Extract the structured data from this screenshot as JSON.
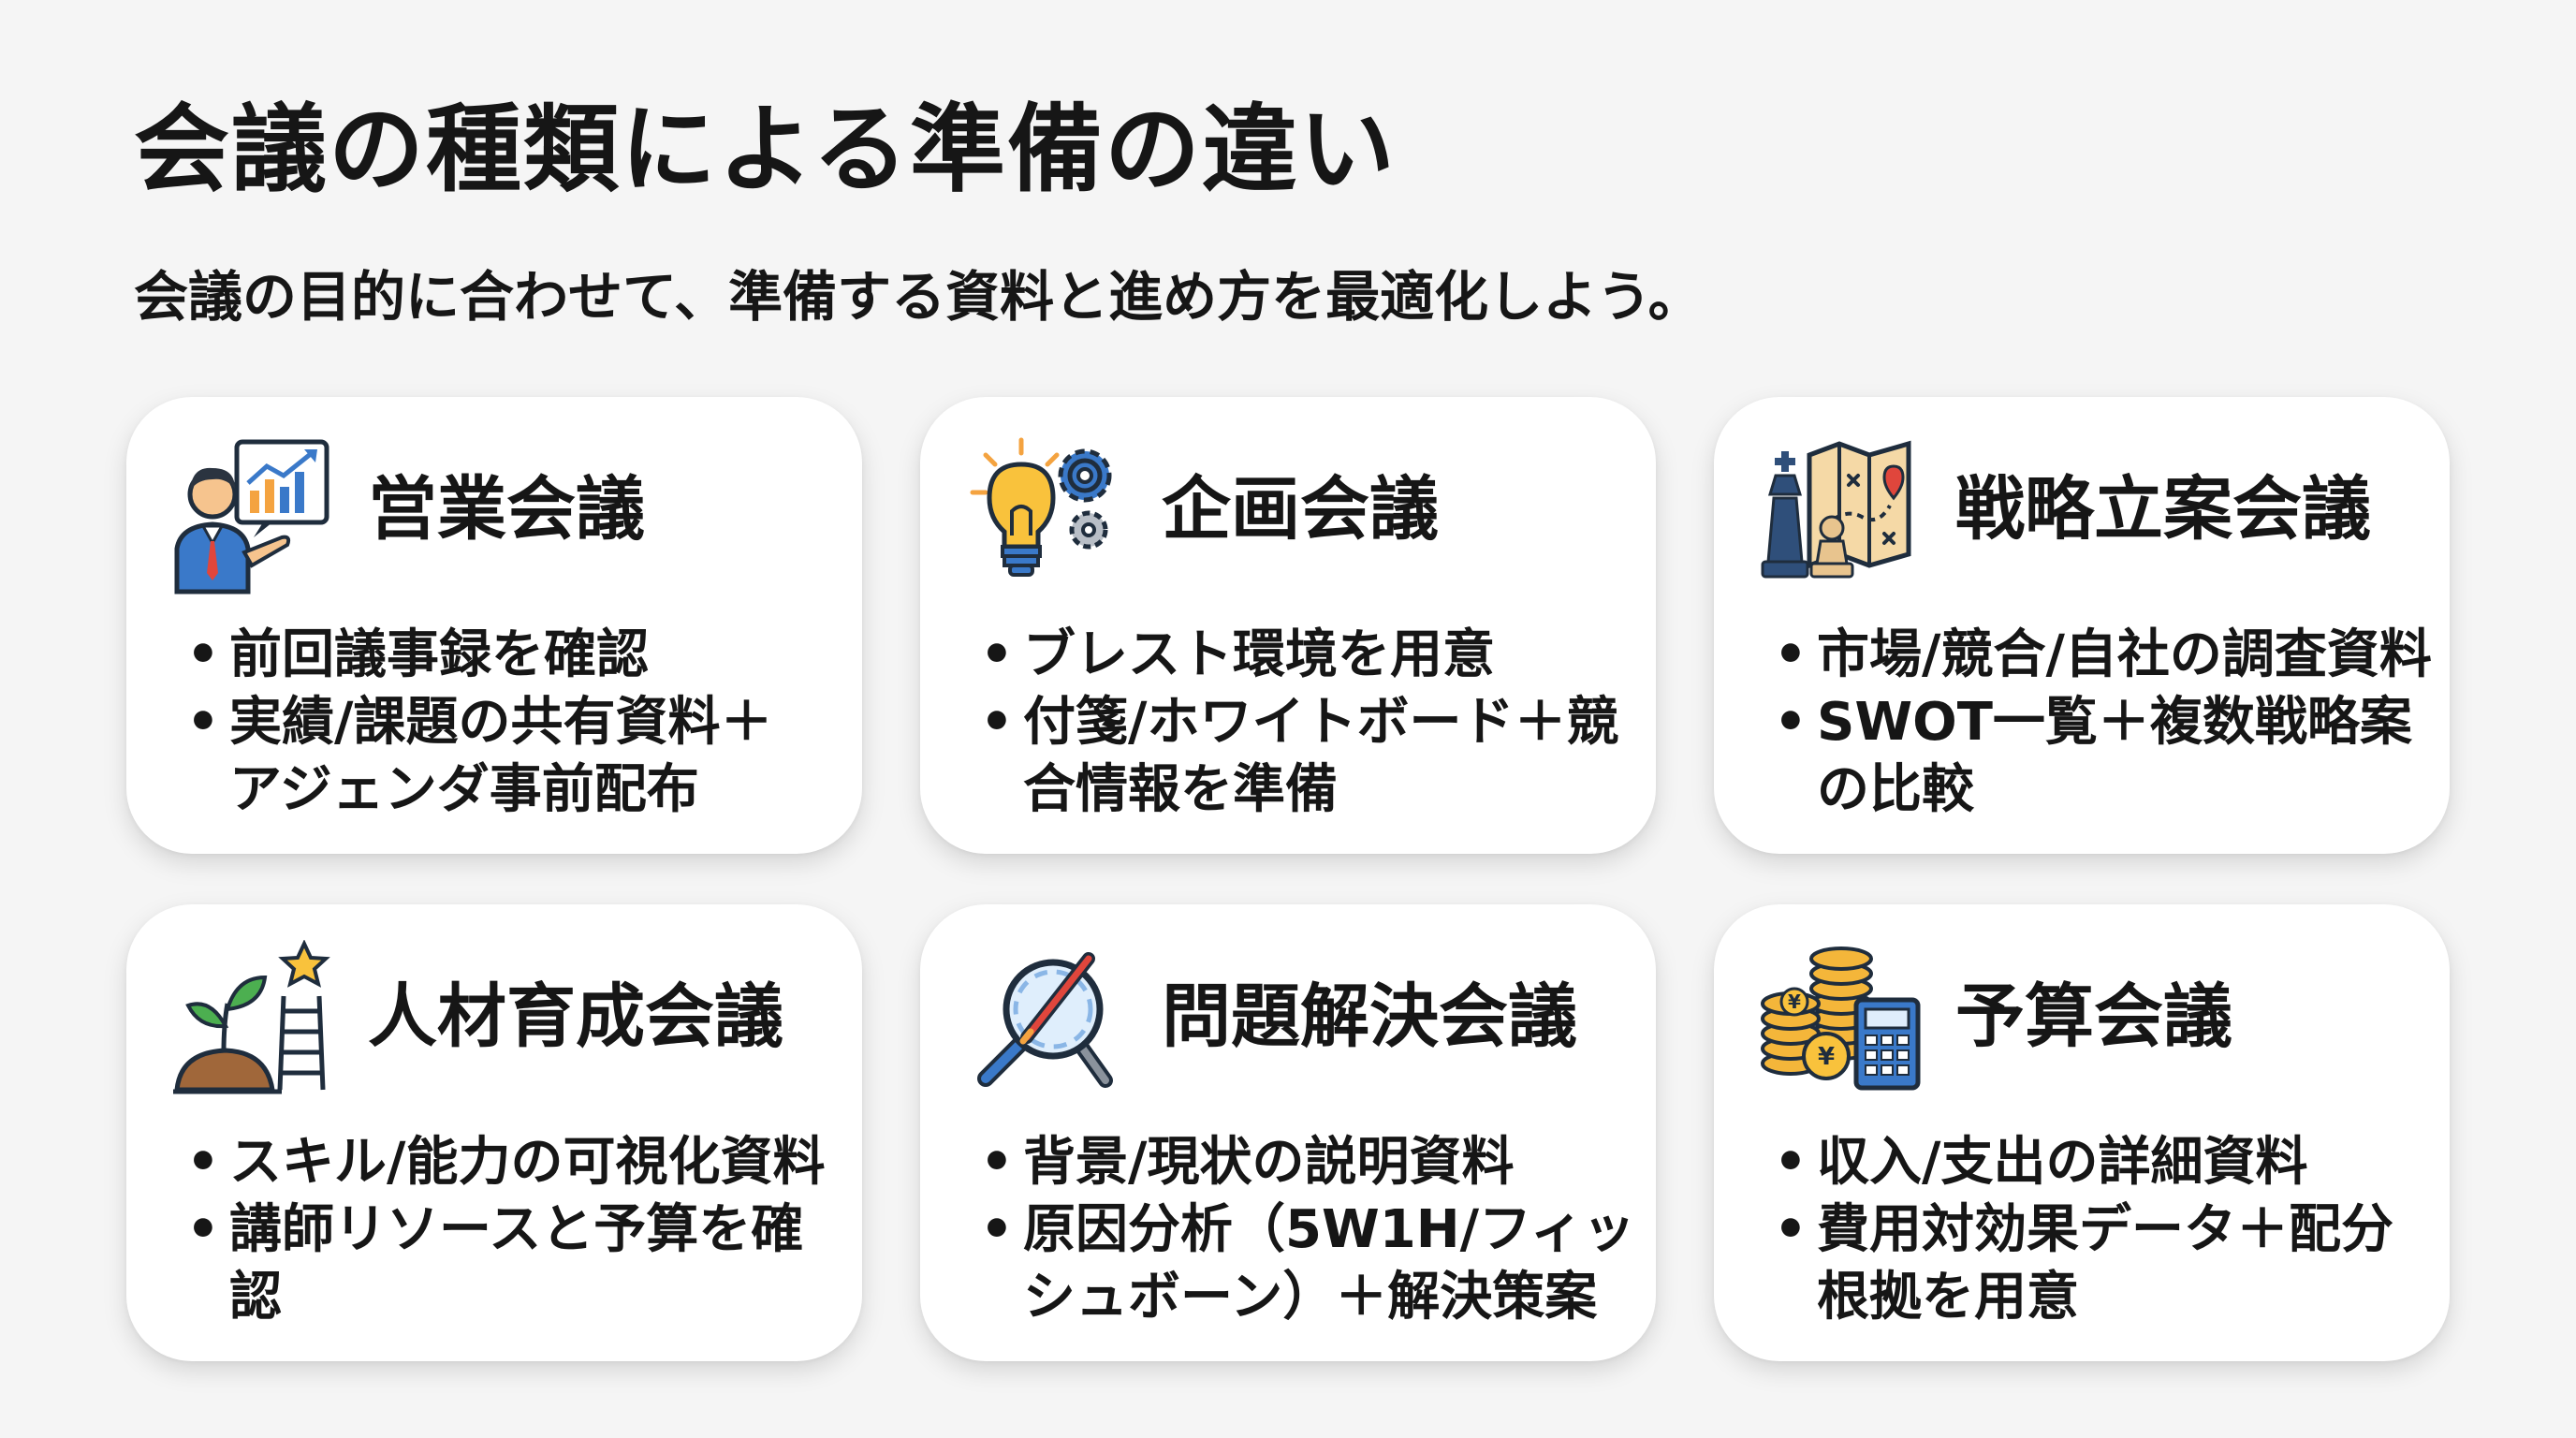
{
  "header": {
    "title": "会議の種類による準備の違い",
    "subtitle": "会議の目的に合わせて、準備する資料と進め方を最適化しよう。"
  },
  "cards": [
    {
      "title": "営業会議",
      "icon": "sales-presentation-icon",
      "items": [
        "前回議事録を確認",
        "実績/課題の共有資料＋\nアジェンダ事前配布"
      ]
    },
    {
      "title": "企画会議",
      "icon": "lightbulb-gears-icon",
      "items": [
        "ブレスト環境を用意",
        "付箋/ホワイトボード＋競\n合情報を準備"
      ]
    },
    {
      "title": "戦略立案会議",
      "icon": "chess-map-icon",
      "items": [
        "市場/競合/自社の調査資料",
        "SWOT一覧＋複数戦略案\nの比較"
      ]
    },
    {
      "title": "人材育成会議",
      "icon": "plant-ladder-star-icon",
      "items": [
        "スキル/能力の可視化資料",
        "講師リソースと予算を確\n認"
      ]
    },
    {
      "title": "問題解決会議",
      "icon": "magnifier-search-icon",
      "items": [
        "背景/現状の説明資料",
        "原因分析（5W1H/フィッ\nシュボーン）＋解決策案"
      ]
    },
    {
      "title": "予算会議",
      "icon": "coins-calculator-icon",
      "items": [
        "収入/支出の詳細資料",
        "費用対効果データ＋配分\n根拠を用意"
      ]
    }
  ]
}
